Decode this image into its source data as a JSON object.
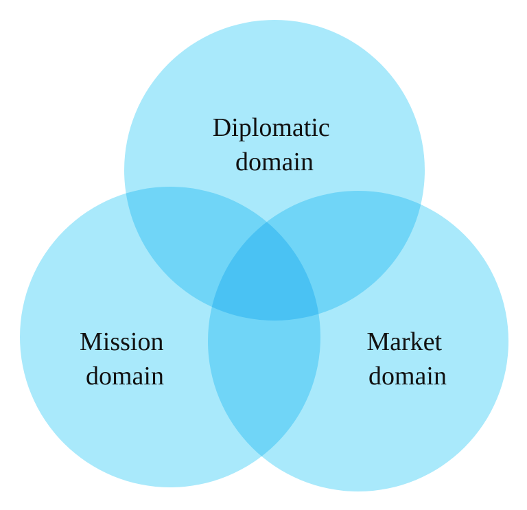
{
  "diagram": {
    "type": "venn",
    "fill_color": "#a9e9fb",
    "sets": [
      {
        "id": "diplomatic",
        "line1": "Diplomatic",
        "line2": "domain"
      },
      {
        "id": "mission",
        "line1": "Mission",
        "line2": "domain"
      },
      {
        "id": "market",
        "line1": "Market",
        "line2": "domain"
      }
    ]
  }
}
